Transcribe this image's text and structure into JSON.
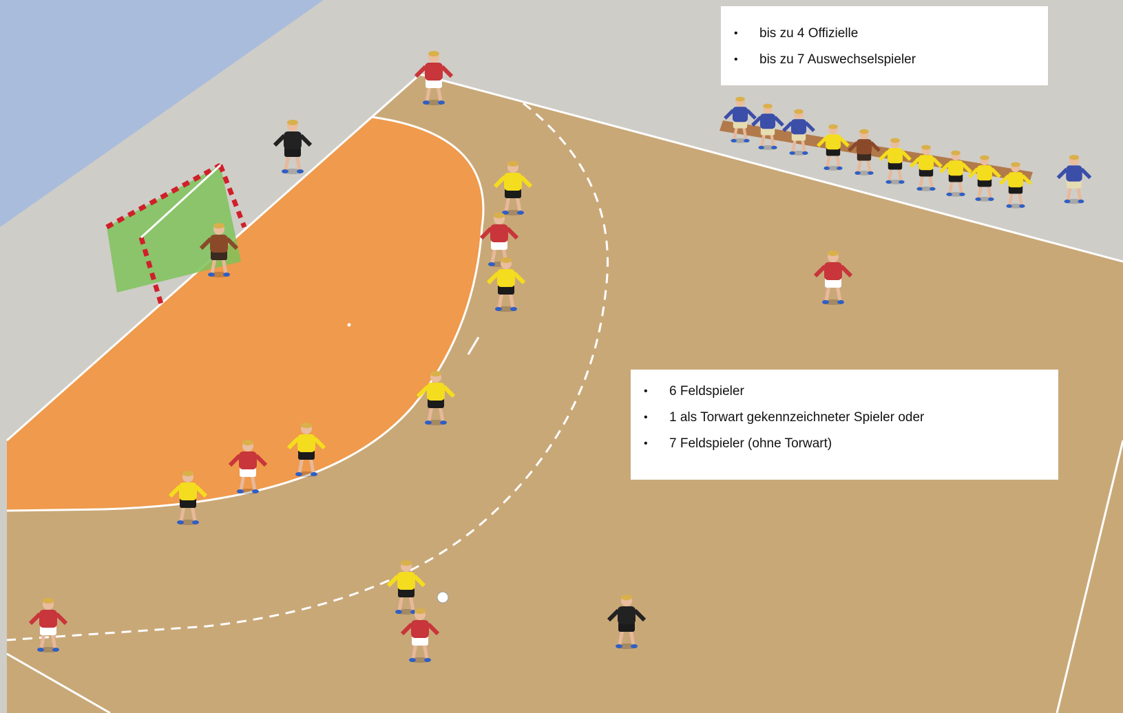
{
  "colors": {
    "backdrop": "#a9bcdc",
    "hall_floor": "#cfcdc8",
    "court": "#c9a878",
    "goal_area": "#ef9a4c",
    "lines": "#ffffff",
    "team_yellow": "#f4dc1e",
    "team_red": "#c8353a",
    "officials": "#3b4ea8",
    "referee": "#222222"
  },
  "legend_officials": {
    "items": [
      {
        "bullet": "•",
        "text": "bis zu 4 Offizielle"
      },
      {
        "bullet": "•",
        "text": "bis zu 7 Auswechselspieler"
      }
    ]
  },
  "legend_players": {
    "items": [
      {
        "bullet": "•",
        "text": "6 Feldspieler"
      },
      {
        "bullet": "•",
        "text": "1 als Torwart gekennzeichneter Spieler oder"
      },
      {
        "bullet": "•",
        "text": "7 Feldspieler (ohne Torwart)"
      }
    ]
  }
}
